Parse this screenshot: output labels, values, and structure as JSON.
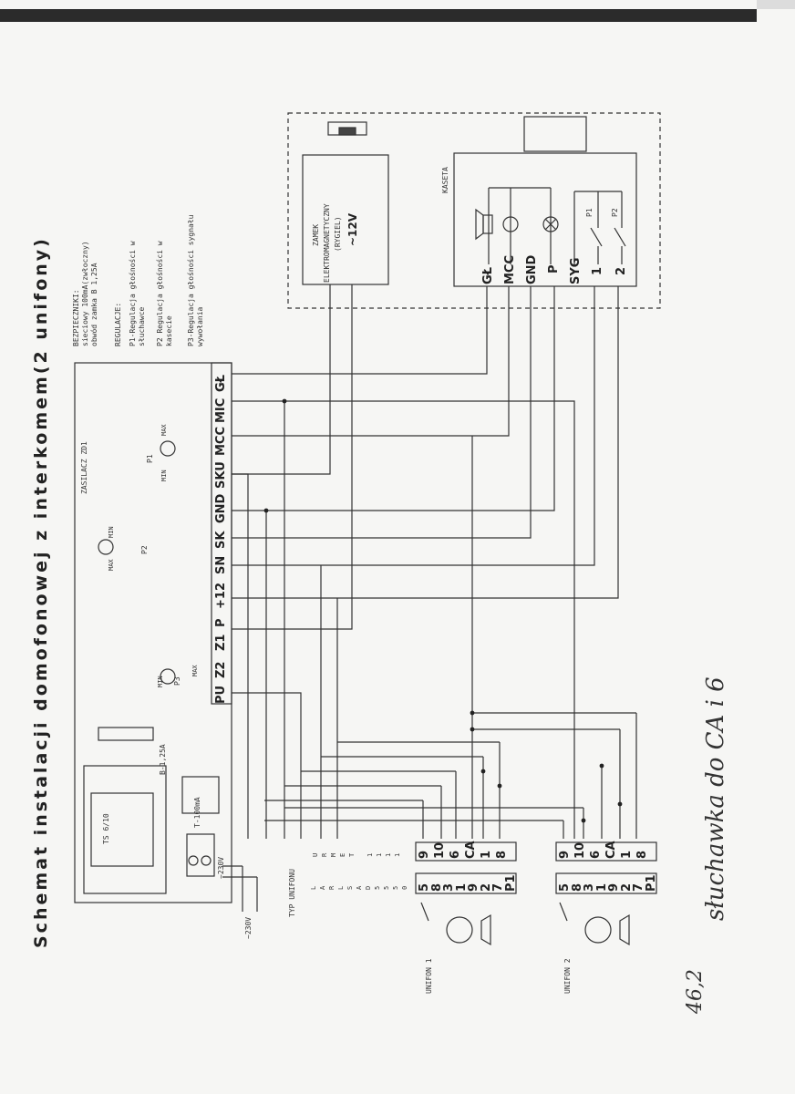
{
  "title": "Schemat instalacji domofonowej z interkomem(2 unifony)",
  "notes": {
    "fuses_heading": "BEZPIECZNIKI:",
    "fuses_line1": "sieciowy 100mA(zwłoczny)",
    "fuses_line2": "obwód zamka B 1,25A",
    "adjust_heading": "REGULACJE:",
    "adjust_p1_a": "P1-Regulacja głośności w",
    "adjust_p1_b": "słuchawce",
    "adjust_p2_a": "P2 Regulacja głośności w",
    "adjust_p2_b": "kasecie",
    "adjust_p3_a": "P3-Regulacja głośności sygnału",
    "adjust_p3_b": "wywołania"
  },
  "power_supply": {
    "label": "ZASILACZ ZD1",
    "terminals": [
      "PU",
      "Z2",
      "Z1",
      "P",
      "+12",
      "SN",
      "SK",
      "GND",
      "SKU",
      "MCC",
      "MIC",
      "GŁ"
    ],
    "transformer": "TS 6/10",
    "fuse_mains": "T-100mA",
    "fuse_lock": "B-1,25A",
    "mains_in": "~230V",
    "mains_out": "~230V",
    "pot_p1": "P1",
    "pot_p2": "P2",
    "pot_p3": "P3",
    "pot_min": "MIN",
    "pot_max": "MAX"
  },
  "lock": {
    "line1": "ZAMEK",
    "line2": "ELEKTROMAGNETYCZNY",
    "line3": "(RYGIEL)",
    "voltage": "~12V"
  },
  "panel": {
    "label": "KASETA",
    "terminals": [
      "GŁ",
      "MCC",
      "GND",
      "P",
      "SYG",
      "1",
      "2"
    ],
    "button1": "P1",
    "button2": "P2"
  },
  "handsets": {
    "type_label": "TYP UNIFONU",
    "type_col1": [
      "L",
      "A",
      "R",
      "L",
      "S",
      "A",
      "D",
      "5",
      "5",
      "5",
      "0"
    ],
    "type_col2": [
      "U",
      "R",
      "M",
      "E",
      "T",
      "",
      "1",
      "1",
      "1",
      "1"
    ],
    "unit1": "UNIFON 1",
    "unit2": "UNIFON 2",
    "row_top": [
      "9",
      "10",
      "6",
      "CA",
      "1",
      "8"
    ],
    "row_bottom": [
      "5",
      "8",
      "3",
      "1",
      "9",
      "2",
      "7",
      "P1"
    ]
  },
  "handwritten": {
    "text": "słuchawka do CA i 6",
    "number": "46,2"
  }
}
